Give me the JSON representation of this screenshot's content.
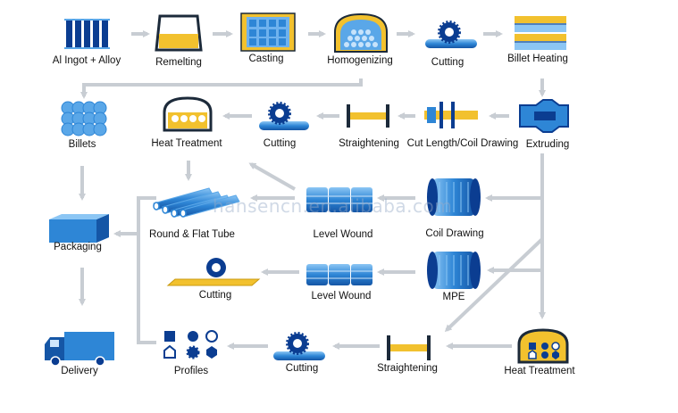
{
  "watermark": "hansencn.en.alibaba.com",
  "steps": {
    "ingot": "Al Ingot + Alloy",
    "remelting": "Remelting",
    "casting": "Casting",
    "homogenizing": "Homogenizing",
    "cutting_1": "Cutting",
    "billet_heating": "Billet Heating",
    "billets": "Billets",
    "heat_treatment_1": "Heat Treatment",
    "cutting_2": "Cutting",
    "straightening_1": "Straightening",
    "cut_length": "Cut Length/Coil Drawing",
    "extruding": "Extruding",
    "tube": "Round & Flat Tube",
    "level_wound_1": "Level Wound",
    "coil_drawing": "Coil Drawing",
    "packaging": "Packaging",
    "cutting_3": "Cutting",
    "level_wound_2": "Level Wound",
    "mpe": "MPE",
    "delivery": "Delivery",
    "profiles": "Profiles",
    "cutting_4": "Cutting",
    "straightening_2": "Straightening",
    "heat_treatment_2": "Heat Treatment"
  },
  "colors": {
    "blue": "#1f6fc4",
    "light_blue": "#5aa7e8",
    "yellow": "#f2c12e",
    "navy": "#0b3d91",
    "arrow": "#c8cdd3"
  }
}
